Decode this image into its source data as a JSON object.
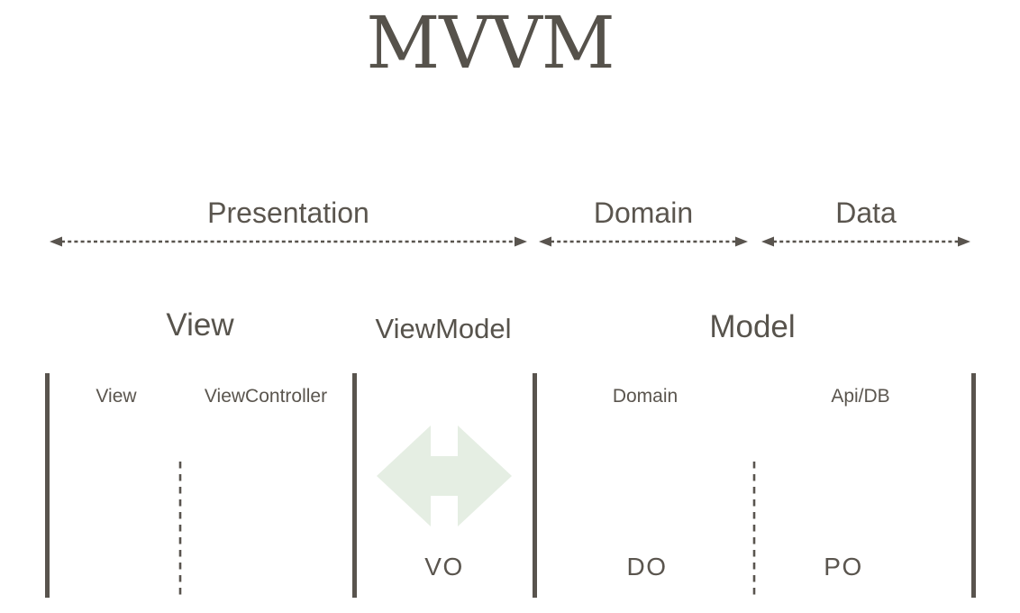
{
  "title": "MVVM",
  "layers": [
    {
      "label": "Presentation"
    },
    {
      "label": "Domain"
    },
    {
      "label": "Data"
    }
  ],
  "sections": [
    {
      "label": "View"
    },
    {
      "label": "ViewModel"
    },
    {
      "label": "Model"
    }
  ],
  "columns": [
    {
      "label": "View"
    },
    {
      "label": "ViewController"
    },
    {
      "label": "Domain"
    },
    {
      "label": "Api/DB"
    }
  ],
  "objects": [
    {
      "label": "VO"
    },
    {
      "label": "DO"
    },
    {
      "label": "PO"
    }
  ],
  "icons": {
    "swap": "swap-horizontal-icon"
  },
  "colors": {
    "ink": "#5a554e",
    "title_ink": "#56524b",
    "icon_green": "#e5eee3",
    "background": "#ffffff"
  }
}
